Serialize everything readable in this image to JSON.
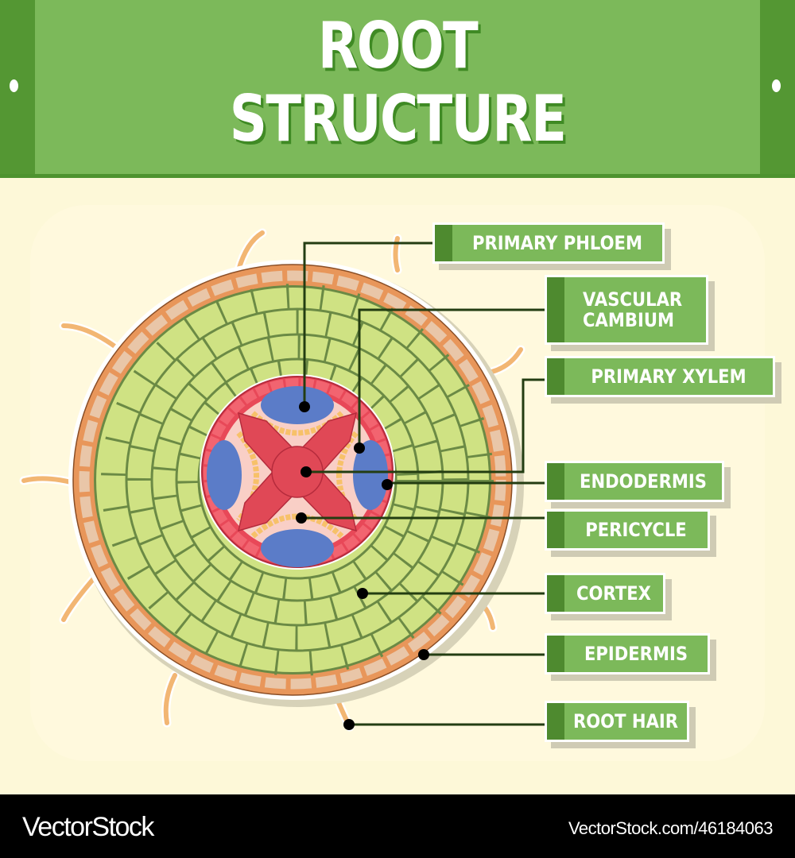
{
  "title": {
    "line1": "ROOT",
    "line2": "STRUCTURE"
  },
  "labels": [
    {
      "id": "primary-phloem",
      "text": "PRIMARY PHLOEM"
    },
    {
      "id": "vascular-cambium",
      "text": "VASCULAR CAMBIUM"
    },
    {
      "id": "primary-xylem",
      "text": "PRIMARY XYLEM"
    },
    {
      "id": "endodermis",
      "text": "ENDODERMIS"
    },
    {
      "id": "pericycle",
      "text": "PERICYCLE"
    },
    {
      "id": "cortex",
      "text": "CORTEX"
    },
    {
      "id": "epidermis",
      "text": "EPIDERMIS"
    },
    {
      "id": "root-hair",
      "text": "ROOT HAIR"
    }
  ],
  "footer": {
    "brand": "VectorStock",
    "url": "VectorStock.com/46184063"
  },
  "colors": {
    "banner": "#7cb95a",
    "banner_dark": "#549733",
    "background": "#fdf8d8",
    "epidermis": "#e8965a",
    "epidermis_cell": "#e9c6a8",
    "cortex": "#cfe283",
    "cortex_line": "#6b8a45",
    "endodermis": "#e84858",
    "phloem": "#5b7cc8",
    "xylem": "#e04856",
    "pericycle": "#f7c169",
    "stele_fill": "#f9cfc6",
    "leader": "#233d12"
  }
}
